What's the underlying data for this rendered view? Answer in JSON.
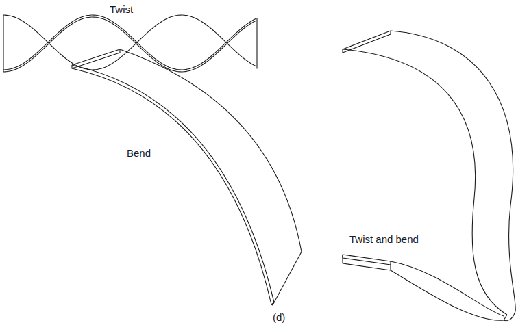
{
  "diagram": {
    "labels": [
      "Twist",
      "Bend",
      "Twist and bend",
      "(d)"
    ]
  }
}
